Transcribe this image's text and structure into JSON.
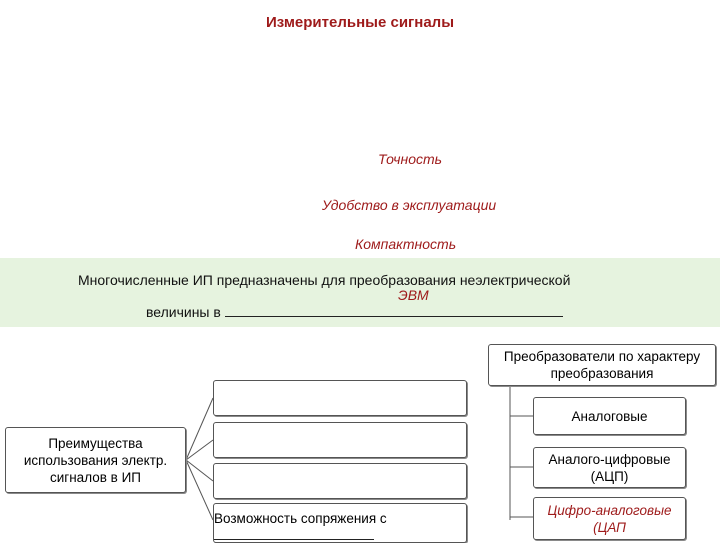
{
  "title": "Измерительные сигналы",
  "red_list": [
    "Точность",
    "Удобство в эксплуатации",
    "Компактность"
  ],
  "band": {
    "line1": "Многочисленные ИП предназначены для преобразования неэлектрической",
    "answer": "ЭВМ",
    "line2_prefix": "величины в"
  },
  "left_box": "Преимущества использования электр. сигналов в ИП",
  "middle_boxes": [
    "",
    "",
    "",
    "Возможность сопряжения с"
  ],
  "right_header": "Преобразователи по характеру преобразования",
  "right_boxes": {
    "analog": "Аналоговые",
    "adc": "Аналого-цифровые (АЦП)",
    "dac": "Цифро-аналоговые (ЦАП"
  },
  "colors": {
    "accent_red": "#9e1a1a",
    "band_bg": "#e6f3df"
  }
}
